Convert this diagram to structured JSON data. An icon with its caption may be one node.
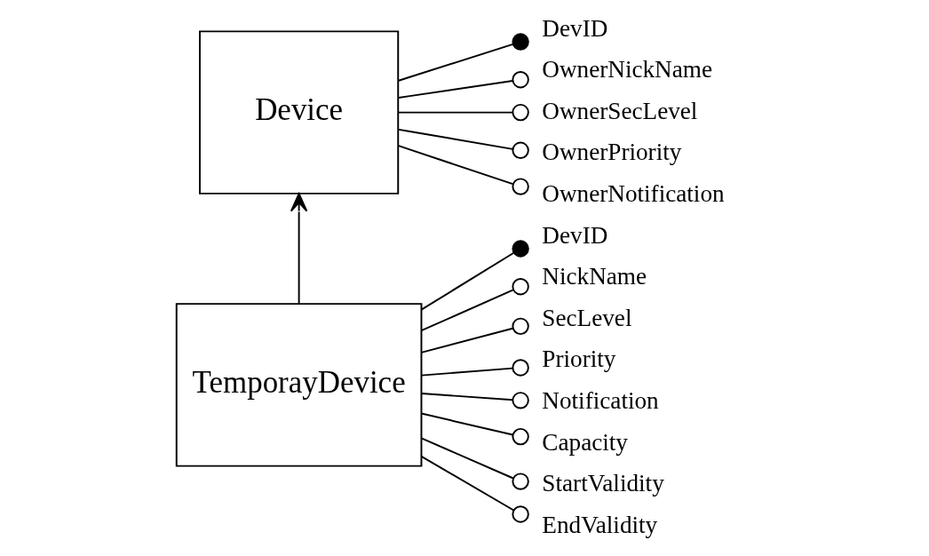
{
  "diagram": {
    "nodes": [
      {
        "text": [
          "Device"
        ]
      },
      {
        "text": [],
        "shape": "dot",
        "beside": [
          "DevID"
        ]
      },
      {
        "text": [],
        "shape": "circle",
        "beside": [
          "OwnerNickName"
        ]
      },
      {
        "text": [],
        "shape": "circle",
        "beside": [
          "OwnerSecLevel"
        ]
      },
      {
        "text": [],
        "shape": "circle",
        "beside": [
          "OwnerPriority"
        ]
      },
      {
        "text": [],
        "shape": "circle",
        "beside": [
          "OwnerNotification"
        ]
      },
      {
        "text": [
          "TemporayDevice"
        ]
      },
      {
        "text": [],
        "shape": "dot",
        "beside": [
          "DevID"
        ]
      },
      {
        "text": [],
        "shape": "circle",
        "beside": [
          "NickName"
        ]
      },
      {
        "text": [],
        "shape": "circle",
        "beside": [
          "SecLevel"
        ]
      },
      {
        "text": [],
        "shape": "circle",
        "beside": [
          "Priority"
        ]
      },
      {
        "text": [],
        "shape": "circle",
        "beside": [
          "Notification"
        ]
      },
      {
        "text": [],
        "shape": "circle",
        "beside": [
          "Capacity"
        ]
      },
      {
        "text": [],
        "shape": "circle",
        "beside": [
          "StartValidity"
        ]
      },
      {
        "text": [],
        "shape": "circle",
        "beside": [
          "EndValidity"
        ]
      }
    ],
    "edges": [
      {
        "from": 0,
        "to": 1,
        "arrow": "none"
      },
      {
        "from": 0,
        "to": 2,
        "arrow": "none"
      },
      {
        "from": 0,
        "to": 3,
        "arrow": "none"
      },
      {
        "from": 0,
        "to": 4,
        "arrow": "none"
      },
      {
        "from": 0,
        "to": 5,
        "arrow": "none"
      },
      {
        "from": 6,
        "to": 7,
        "arrow": "none"
      },
      {
        "from": 6,
        "to": 8,
        "arrow": "none"
      },
      {
        "from": 6,
        "to": 9,
        "arrow": "none"
      },
      {
        "from": 6,
        "to": 10,
        "arrow": "none"
      },
      {
        "from": 6,
        "to": 11,
        "arrow": "none"
      },
      {
        "from": 6,
        "to": 12,
        "arrow": "none"
      },
      {
        "from": 6,
        "to": 13,
        "arrow": "none"
      },
      {
        "from": 6,
        "to": 14,
        "arrow": "none"
      },
      {
        "from": 6,
        "to": 0,
        "arrow": "to"
      }
    ]
  }
}
